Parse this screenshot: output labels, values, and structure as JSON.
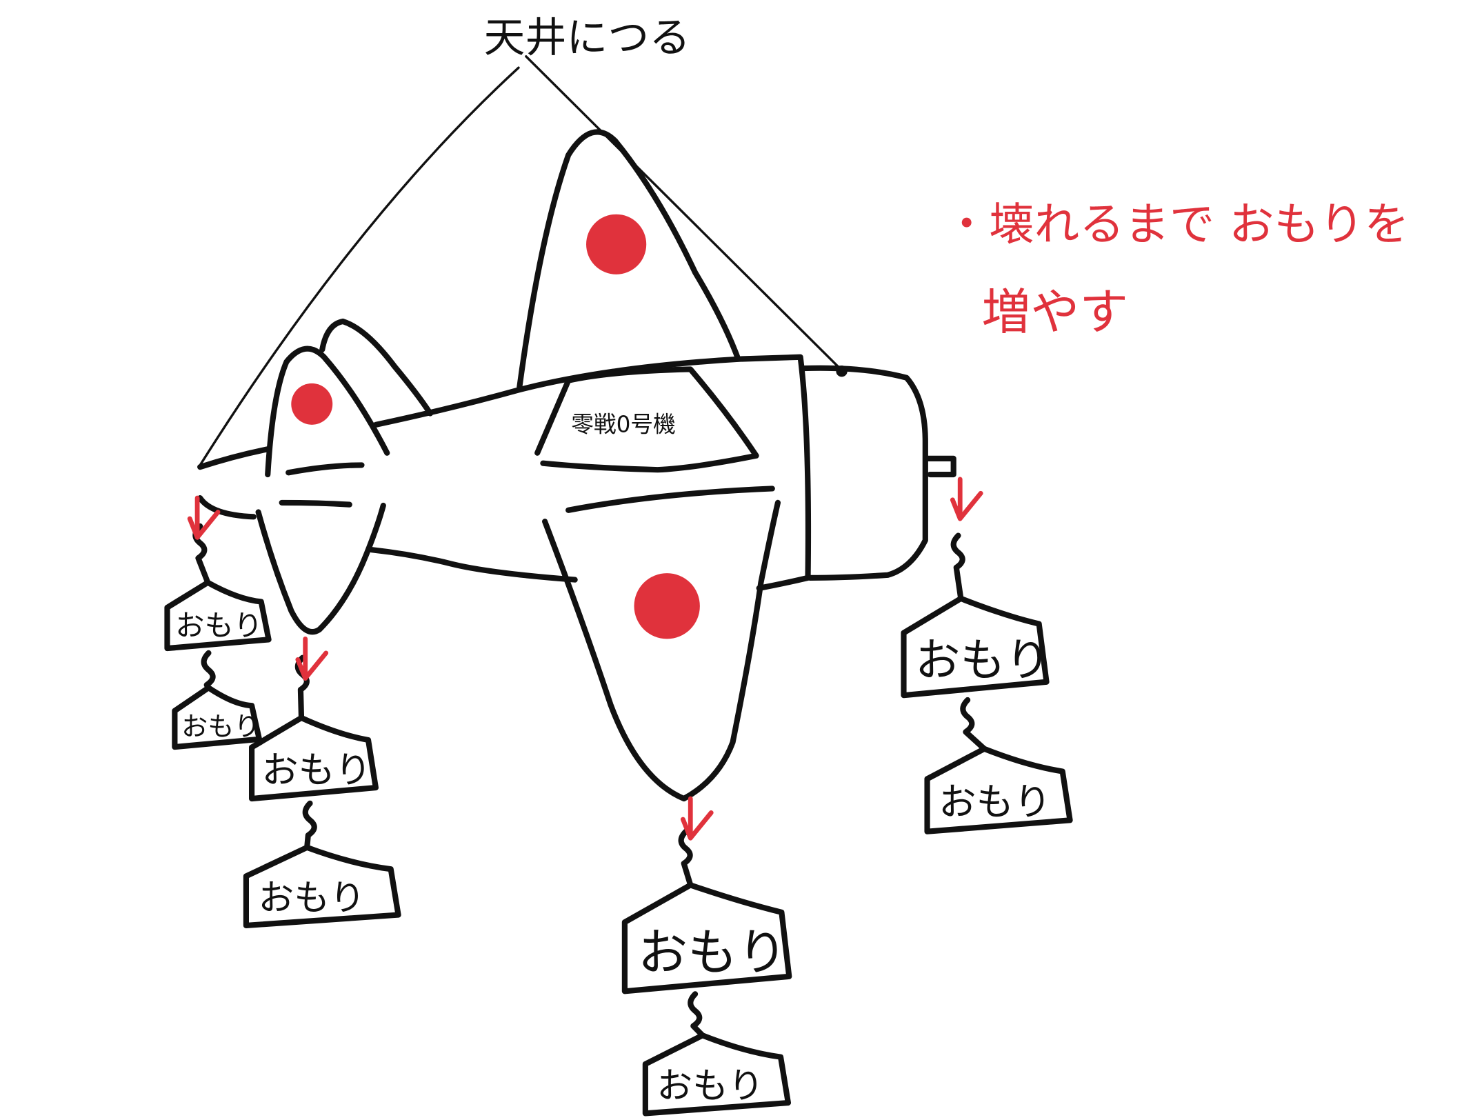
{
  "ceiling_label": "天井につる",
  "plane_label": "零戦0号機",
  "note": {
    "line1": "・壊れるまで おもりを",
    "line2": "増やす"
  },
  "weights": [
    "おもり",
    "おもり",
    "おもり",
    "おもり",
    "おもり",
    "おもり",
    "おもり",
    "おもり"
  ],
  "colors": {
    "ink": "#111111",
    "accent": "#e0323c"
  }
}
